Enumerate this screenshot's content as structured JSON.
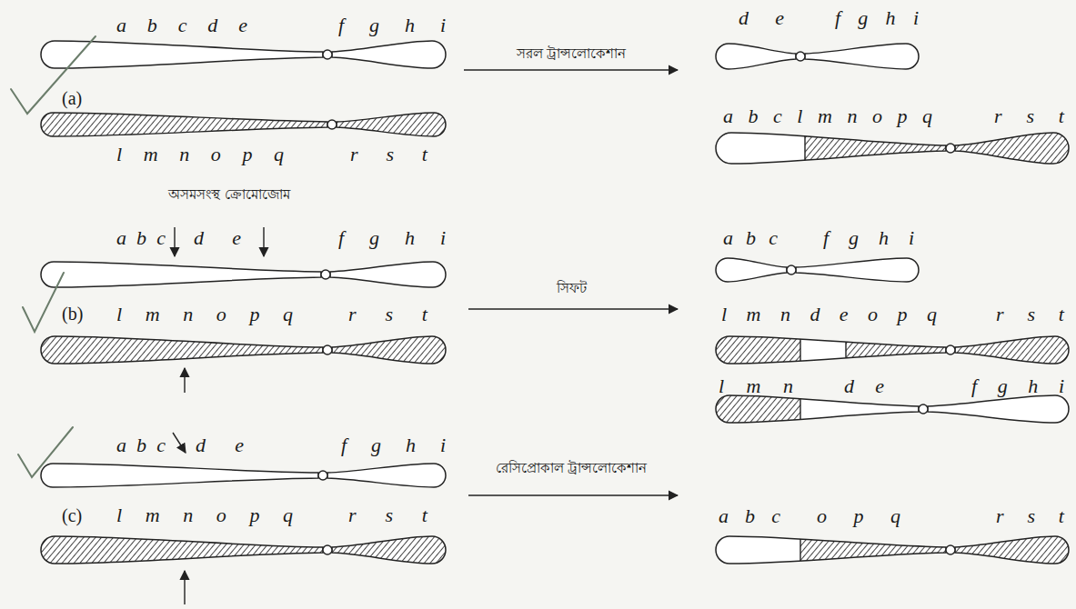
{
  "diagram": {
    "labels": [
      "a b c d e",
      "f g h i",
      "l m n o p q",
      "r s t",
      "(a)",
      "সরল ট্রান্সলোকেশান",
      "d e",
      "f g h i",
      "a b c l m n o p q",
      "r s t",
      "অসমসংস্থ ক্রোমোজোম",
      "a b c",
      "d e",
      "f g h i",
      "l m n o p q",
      "r s t",
      "(b)",
      "সিফট",
      "a b c",
      "f g h i",
      "l m n d e o p q",
      "r s t",
      "a b c",
      "d e",
      "f g h i",
      "l m n o p q",
      "r s t",
      "(c)",
      "রেসিপ্রোকাল ট্রান্সলোকেশান",
      "l m n",
      "d e",
      "f g h i",
      "a b c",
      "o p q",
      "r s t"
    ]
  }
}
